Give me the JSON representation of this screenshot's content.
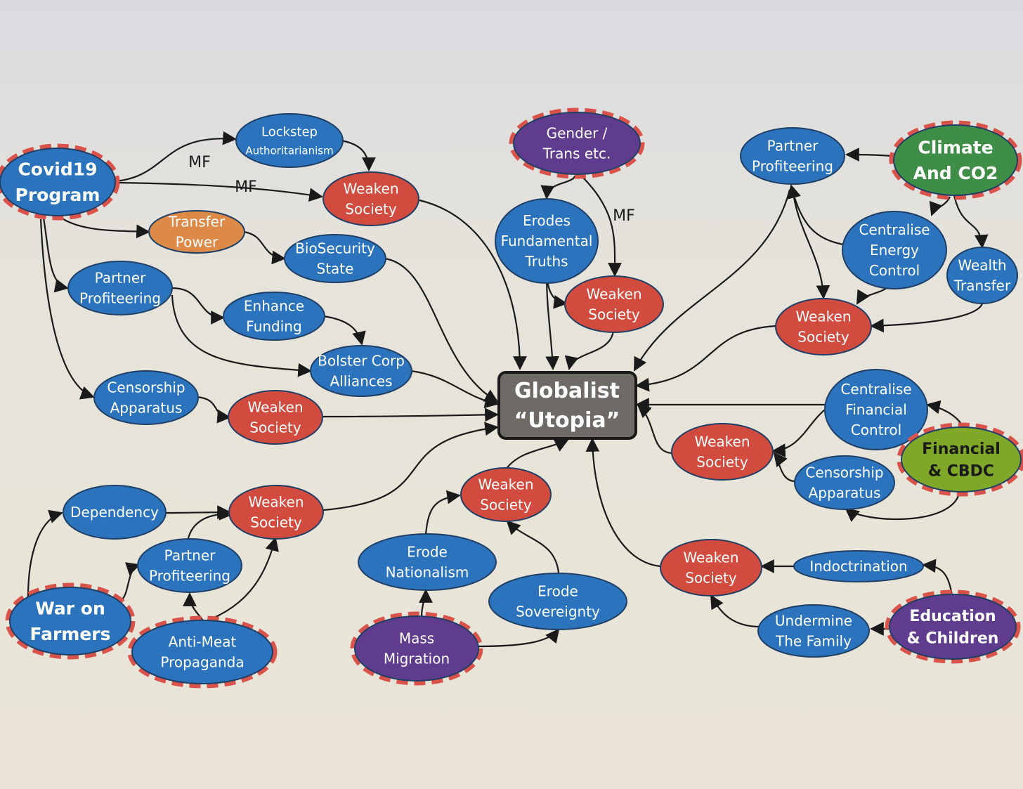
{
  "colors": {
    "blue": "#2b74bd",
    "red": "#d14b3e",
    "orange": "#dd8a48",
    "purple": "#5f3c8d",
    "green": "#3f8e47",
    "lime": "#7fa828",
    "center": "#6e6b66",
    "dash": "#d9534a",
    "outline": "#1f3f66"
  },
  "center": {
    "lines": [
      "Globalist",
      "“Utopia”"
    ]
  },
  "nodes": [
    {
      "id": "covid",
      "lines": [
        "Covid19",
        "Program"
      ],
      "color": "blue",
      "dashed": true,
      "style": "bold"
    },
    {
      "id": "lockstep",
      "lines": [
        "Lockstep",
        "Authoritarianism"
      ],
      "color": "blue"
    },
    {
      "id": "weaken1",
      "lines": [
        "Weaken",
        "Society"
      ],
      "color": "red"
    },
    {
      "id": "transfer",
      "lines": [
        "Transfer",
        "Power"
      ],
      "color": "orange"
    },
    {
      "id": "biosec",
      "lines": [
        "BioSecurity",
        "State"
      ],
      "color": "blue"
    },
    {
      "id": "partner1",
      "lines": [
        "Partner",
        "Profiteering"
      ],
      "color": "blue"
    },
    {
      "id": "enhance",
      "lines": [
        "Enhance",
        "Funding"
      ],
      "color": "blue"
    },
    {
      "id": "bolster",
      "lines": [
        "Bolster Corp",
        "Alliances"
      ],
      "color": "blue"
    },
    {
      "id": "censor1",
      "lines": [
        "Censorship",
        "Apparatus"
      ],
      "color": "blue"
    },
    {
      "id": "weaken2",
      "lines": [
        "Weaken",
        "Society"
      ],
      "color": "red"
    },
    {
      "id": "gender",
      "lines": [
        "Gender /",
        "Trans etc."
      ],
      "color": "purple",
      "dashed": true
    },
    {
      "id": "erodes",
      "lines": [
        "Erodes",
        "Fundamental",
        "Truths"
      ],
      "color": "blue"
    },
    {
      "id": "weaken3",
      "lines": [
        "Weaken",
        "Society"
      ],
      "color": "red"
    },
    {
      "id": "partner2",
      "lines": [
        "Partner",
        "Profiteering"
      ],
      "color": "blue"
    },
    {
      "id": "climate",
      "lines": [
        "Climate",
        "And CO2"
      ],
      "color": "green",
      "dashed": true,
      "style": "bold"
    },
    {
      "id": "energy",
      "lines": [
        "Centralise",
        "Energy",
        "Control"
      ],
      "color": "blue"
    },
    {
      "id": "wealth",
      "lines": [
        "Wealth",
        "Transfer"
      ],
      "color": "blue"
    },
    {
      "id": "weaken4",
      "lines": [
        "Weaken",
        "Society"
      ],
      "color": "red"
    },
    {
      "id": "finctrl",
      "lines": [
        "Centralise",
        "Financial",
        "Control"
      ],
      "color": "blue"
    },
    {
      "id": "financial",
      "lines": [
        "Financial",
        "& CBDC"
      ],
      "color": "lime",
      "dashed": true,
      "style": "dark"
    },
    {
      "id": "weaken5",
      "lines": [
        "Weaken",
        "Society"
      ],
      "color": "red"
    },
    {
      "id": "censor2",
      "lines": [
        "Censorship",
        "Apparatus"
      ],
      "color": "blue"
    },
    {
      "id": "dependency",
      "lines": [
        "Dependency"
      ],
      "color": "blue"
    },
    {
      "id": "weaken6",
      "lines": [
        "Weaken",
        "Society"
      ],
      "color": "red"
    },
    {
      "id": "partner3",
      "lines": [
        "Partner",
        "Profiteering"
      ],
      "color": "blue"
    },
    {
      "id": "farmers",
      "lines": [
        "War on",
        "Farmers"
      ],
      "color": "blue",
      "dashed": true,
      "style": "bold"
    },
    {
      "id": "antimeat",
      "lines": [
        "Anti-Meat",
        "Propaganda"
      ],
      "color": "blue",
      "dashed": true
    },
    {
      "id": "weaken7",
      "lines": [
        "Weaken",
        "Society"
      ],
      "color": "red"
    },
    {
      "id": "nationalism",
      "lines": [
        "Erode",
        "Nationalism"
      ],
      "color": "blue"
    },
    {
      "id": "sovereignty",
      "lines": [
        "Erode",
        "Sovereignty"
      ],
      "color": "blue"
    },
    {
      "id": "migration",
      "lines": [
        "Mass",
        "Migration"
      ],
      "color": "purple",
      "dashed": true
    },
    {
      "id": "weaken8",
      "lines": [
        "Weaken",
        "Society"
      ],
      "color": "red"
    },
    {
      "id": "indoctrination",
      "lines": [
        "Indoctrination"
      ],
      "color": "blue"
    },
    {
      "id": "family",
      "lines": [
        "Undermine",
        "The Family"
      ],
      "color": "blue"
    },
    {
      "id": "education",
      "lines": [
        "Education",
        "& Children"
      ],
      "color": "purple",
      "dashed": true,
      "style": "darkwhite"
    }
  ],
  "edge_labels": [
    "MF",
    "MF",
    "MF"
  ]
}
